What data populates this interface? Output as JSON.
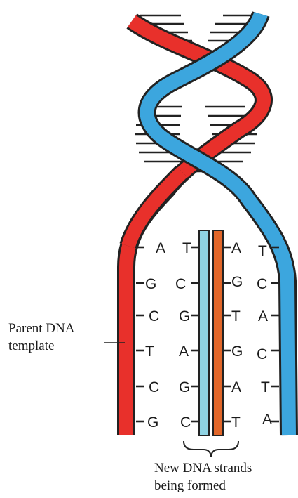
{
  "labels": {
    "parent_template_line1": "Parent DNA",
    "parent_template_line2": "template",
    "new_strands_line1": "New DNA strands",
    "new_strands_line2": "being formed"
  },
  "colors": {
    "parent_strand_red": "#e8302b",
    "parent_strand_blue": "#3ca6de",
    "new_strand_cyan": "#8fd3e3",
    "new_strand_orange": "#e2672a",
    "outline": "#222222"
  },
  "bases": {
    "left_outer": [
      "A",
      "G",
      "C",
      "T",
      "C",
      "G"
    ],
    "left_inner": [
      "T",
      "C",
      "G",
      "A",
      "G",
      "C"
    ],
    "right_inner": [
      "A",
      "G",
      "T",
      "G",
      "A",
      "T"
    ],
    "right_outer": [
      "T",
      "C",
      "A",
      "C",
      "T",
      "A"
    ]
  }
}
